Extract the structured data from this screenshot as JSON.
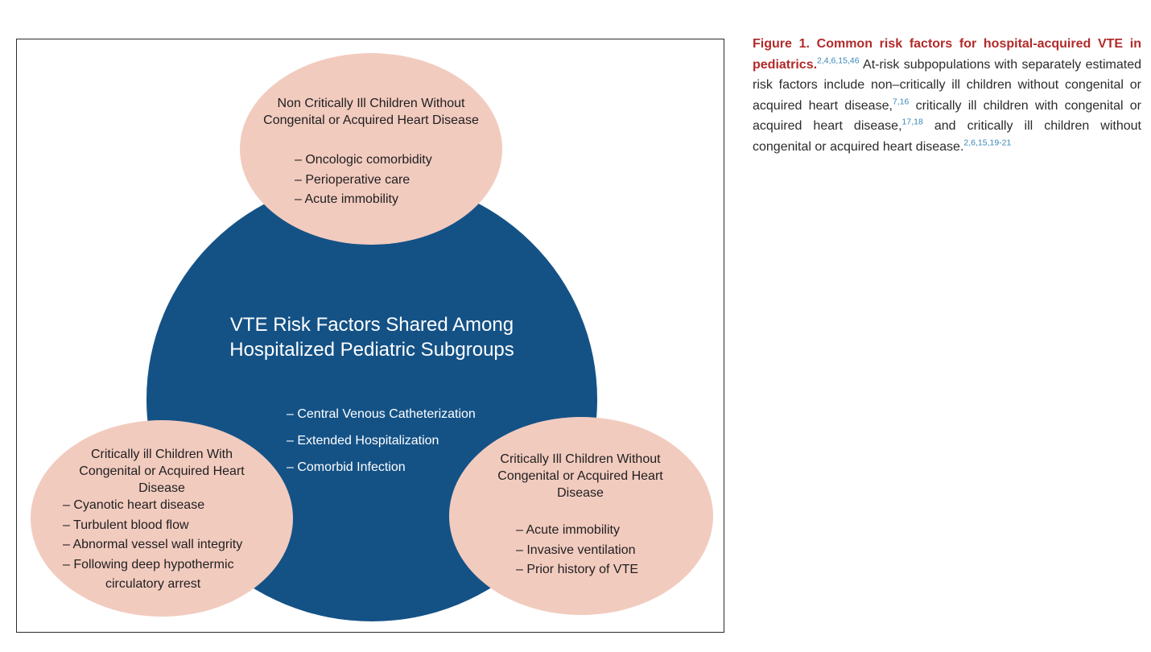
{
  "diagram": {
    "center": {
      "title": "VTE Risk Factors Shared Among Hospitalized Pediatric Subgroups",
      "items": [
        "– Central Venous Catheterization",
        "– Extended Hospitalization",
        "– Comorbid Infection"
      ]
    },
    "top": {
      "title": "Non Critically Ill Children Without Congenital or Acquired Heart Disease",
      "items": [
        "– Oncologic comorbidity",
        "– Perioperative care",
        "– Acute immobility"
      ]
    },
    "left": {
      "title": "Critically ill Children With Congenital or Acquired Heart Disease",
      "items": [
        "– Cyanotic heart disease",
        "– Turbulent blood flow",
        "– Abnormal vessel wall integrity",
        "– Following deep hypothermic",
        "circulatory arrest"
      ]
    },
    "right": {
      "title": "Critically Ill Children Without Congenital or Acquired Heart Disease",
      "items": [
        "– Acute immobility",
        "– Invasive ventilation",
        "– Prior history of VTE"
      ]
    },
    "colors": {
      "center_fill": "#145286",
      "oval_fill": "#f2cbbf",
      "caption_title": "#b22a2a",
      "citation": "#3a87b8"
    }
  },
  "caption": {
    "title": "Figure 1. Common risk factors for hospital-acquired VTE in pediatrics.",
    "ref_1": "2,4,6,15,46",
    "text_1": " At-risk subpopulations with separately estimated risk factors include non–critically ill children without congenital or acquired heart disease,",
    "ref_2": "7,16",
    "text_2": " critically ill children with congenital or acquired heart disease,",
    "ref_3": "17,18",
    "text_3": " and critically ill children without congenital or acquired heart disease.",
    "ref_4": "2,6,15,19-21"
  }
}
